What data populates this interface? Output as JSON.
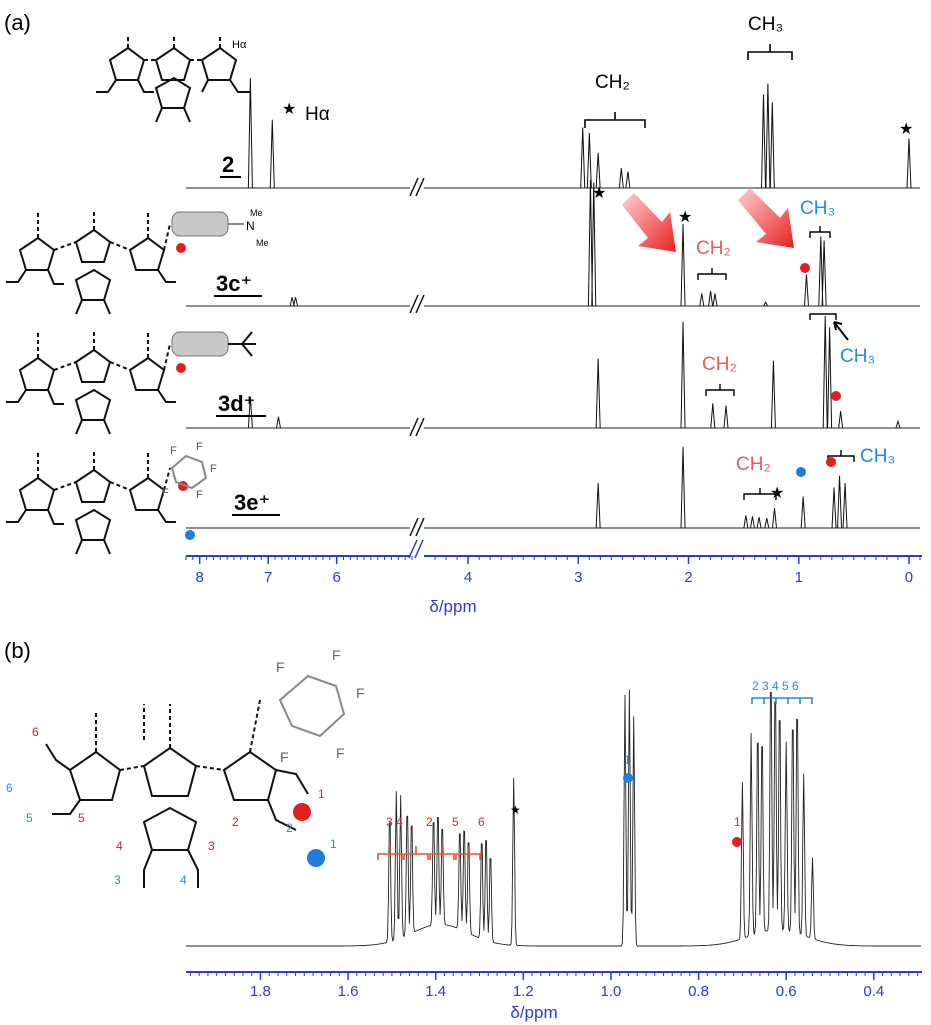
{
  "panel_a": {
    "label": "(a)",
    "compounds": [
      "2",
      "3c⁺",
      "3d⁺",
      "3e⁺"
    ],
    "annotations": {
      "h_alpha": "Hα",
      "ch2": "CH₂",
      "ch3": "CH₃"
    },
    "molecule_labels": {
      "me1": "Me",
      "me2": "Me",
      "n": "N"
    }
  },
  "panel_b": {
    "label": "(b)",
    "peak_numbers_red": [
      "3 4",
      "2",
      "5",
      "6"
    ],
    "peak_numbers_blue": "2 3 4 5 6",
    "singles": {
      "red_1": "1",
      "blue_1": "1"
    },
    "molecule_numbers_red": [
      "6",
      "5",
      "4",
      "3",
      "2",
      "1"
    ],
    "molecule_numbers_blue": [
      "6",
      "5",
      "4",
      "3",
      "2",
      "1"
    ],
    "substituent_F": "F"
  },
  "chart_data": [
    {
      "type": "line",
      "panel": "(a)",
      "xlabel": "δ/ppm",
      "xlim": [
        8.2,
        -0.1
      ],
      "x_direction": "reversed",
      "axis_break": [
        4.9,
        4.4
      ],
      "x_ticks": [
        "8",
        "7",
        "6",
        "4",
        "3",
        "2",
        "1",
        "0"
      ],
      "x_tick_values": [
        8,
        7,
        6,
        4,
        3,
        2,
        1,
        0
      ],
      "grid": false,
      "series": [
        {
          "name": "2",
          "peaks": [
            [
              7.26,
              1.0
            ],
            [
              6.94,
              0.62
            ],
            [
              2.96,
              0.55
            ],
            [
              2.9,
              0.5
            ],
            [
              2.82,
              0.32
            ],
            [
              2.61,
              0.18
            ],
            [
              2.55,
              0.15
            ],
            [
              1.32,
              0.85
            ],
            [
              1.28,
              0.95
            ],
            [
              1.24,
              0.78
            ],
            [
              0.0,
              0.45
            ]
          ]
        },
        {
          "name": "3c⁺",
          "peaks": [
            [
              6.65,
              0.07
            ],
            [
              6.6,
              0.07
            ],
            [
              2.89,
              1.0
            ],
            [
              2.86,
              0.98
            ],
            [
              2.05,
              0.65
            ],
            [
              1.88,
              0.1
            ],
            [
              1.8,
              0.12
            ],
            [
              1.76,
              0.1
            ],
            [
              1.3,
              0.03
            ],
            [
              0.93,
              0.25
            ],
            [
              0.8,
              0.55
            ],
            [
              0.77,
              0.52
            ]
          ]
        },
        {
          "name": "3d⁺",
          "peaks": [
            [
              7.26,
              0.28
            ],
            [
              6.85,
              0.1
            ],
            [
              2.82,
              0.62
            ],
            [
              2.05,
              0.95
            ],
            [
              1.78,
              0.22
            ],
            [
              1.66,
              0.2
            ],
            [
              1.23,
              0.6
            ],
            [
              0.76,
              1.0
            ],
            [
              0.72,
              0.9
            ],
            [
              0.62,
              0.15
            ],
            [
              0.1,
              0.06
            ]
          ]
        },
        {
          "name": "3e⁺",
          "peaks": [
            [
              2.82,
              0.5
            ],
            [
              2.05,
              0.9
            ],
            [
              1.48,
              0.14
            ],
            [
              1.42,
              0.13
            ],
            [
              1.36,
              0.12
            ],
            [
              1.29,
              0.11
            ],
            [
              1.22,
              0.22
            ],
            [
              0.96,
              0.35
            ],
            [
              0.68,
              0.45
            ],
            [
              0.63,
              0.58
            ],
            [
              0.58,
              0.5
            ]
          ]
        }
      ]
    },
    {
      "type": "line",
      "panel": "(b)",
      "xlabel": "δ/ppm",
      "xlim": [
        1.97,
        0.29
      ],
      "x_direction": "reversed",
      "x_ticks": [
        "1.8",
        "1.6",
        "1.4",
        "1.2",
        "1.0",
        "0.8",
        "0.6",
        "0.4"
      ],
      "x_tick_values": [
        1.8,
        1.6,
        1.4,
        1.2,
        1.0,
        0.8,
        0.6,
        0.4
      ],
      "grid": false,
      "series": [
        {
          "name": "3e⁺",
          "peaks": [
            [
              1.505,
              0.5
            ],
            [
              1.49,
              0.55
            ],
            [
              1.48,
              0.53
            ],
            [
              1.465,
              0.5
            ],
            [
              1.455,
              0.45
            ],
            [
              1.405,
              0.43
            ],
            [
              1.395,
              0.45
            ],
            [
              1.385,
              0.4
            ],
            [
              1.345,
              0.4
            ],
            [
              1.335,
              0.42
            ],
            [
              1.325,
              0.38
            ],
            [
              1.295,
              0.4
            ],
            [
              1.285,
              0.42
            ],
            [
              1.275,
              0.35
            ],
            [
              1.222,
              0.62
            ],
            [
              0.968,
              0.93
            ],
            [
              0.958,
              0.95
            ],
            [
              0.948,
              0.85
            ],
            [
              0.7,
              0.58
            ],
            [
              0.68,
              0.75
            ],
            [
              0.665,
              0.8
            ],
            [
              0.655,
              0.78
            ],
            [
              0.635,
              1.0
            ],
            [
              0.625,
              0.96
            ],
            [
              0.615,
              0.88
            ],
            [
              0.6,
              0.7
            ],
            [
              0.585,
              0.85
            ],
            [
              0.575,
              0.9
            ],
            [
              0.56,
              0.6
            ],
            [
              0.54,
              0.3
            ]
          ]
        }
      ]
    }
  ]
}
